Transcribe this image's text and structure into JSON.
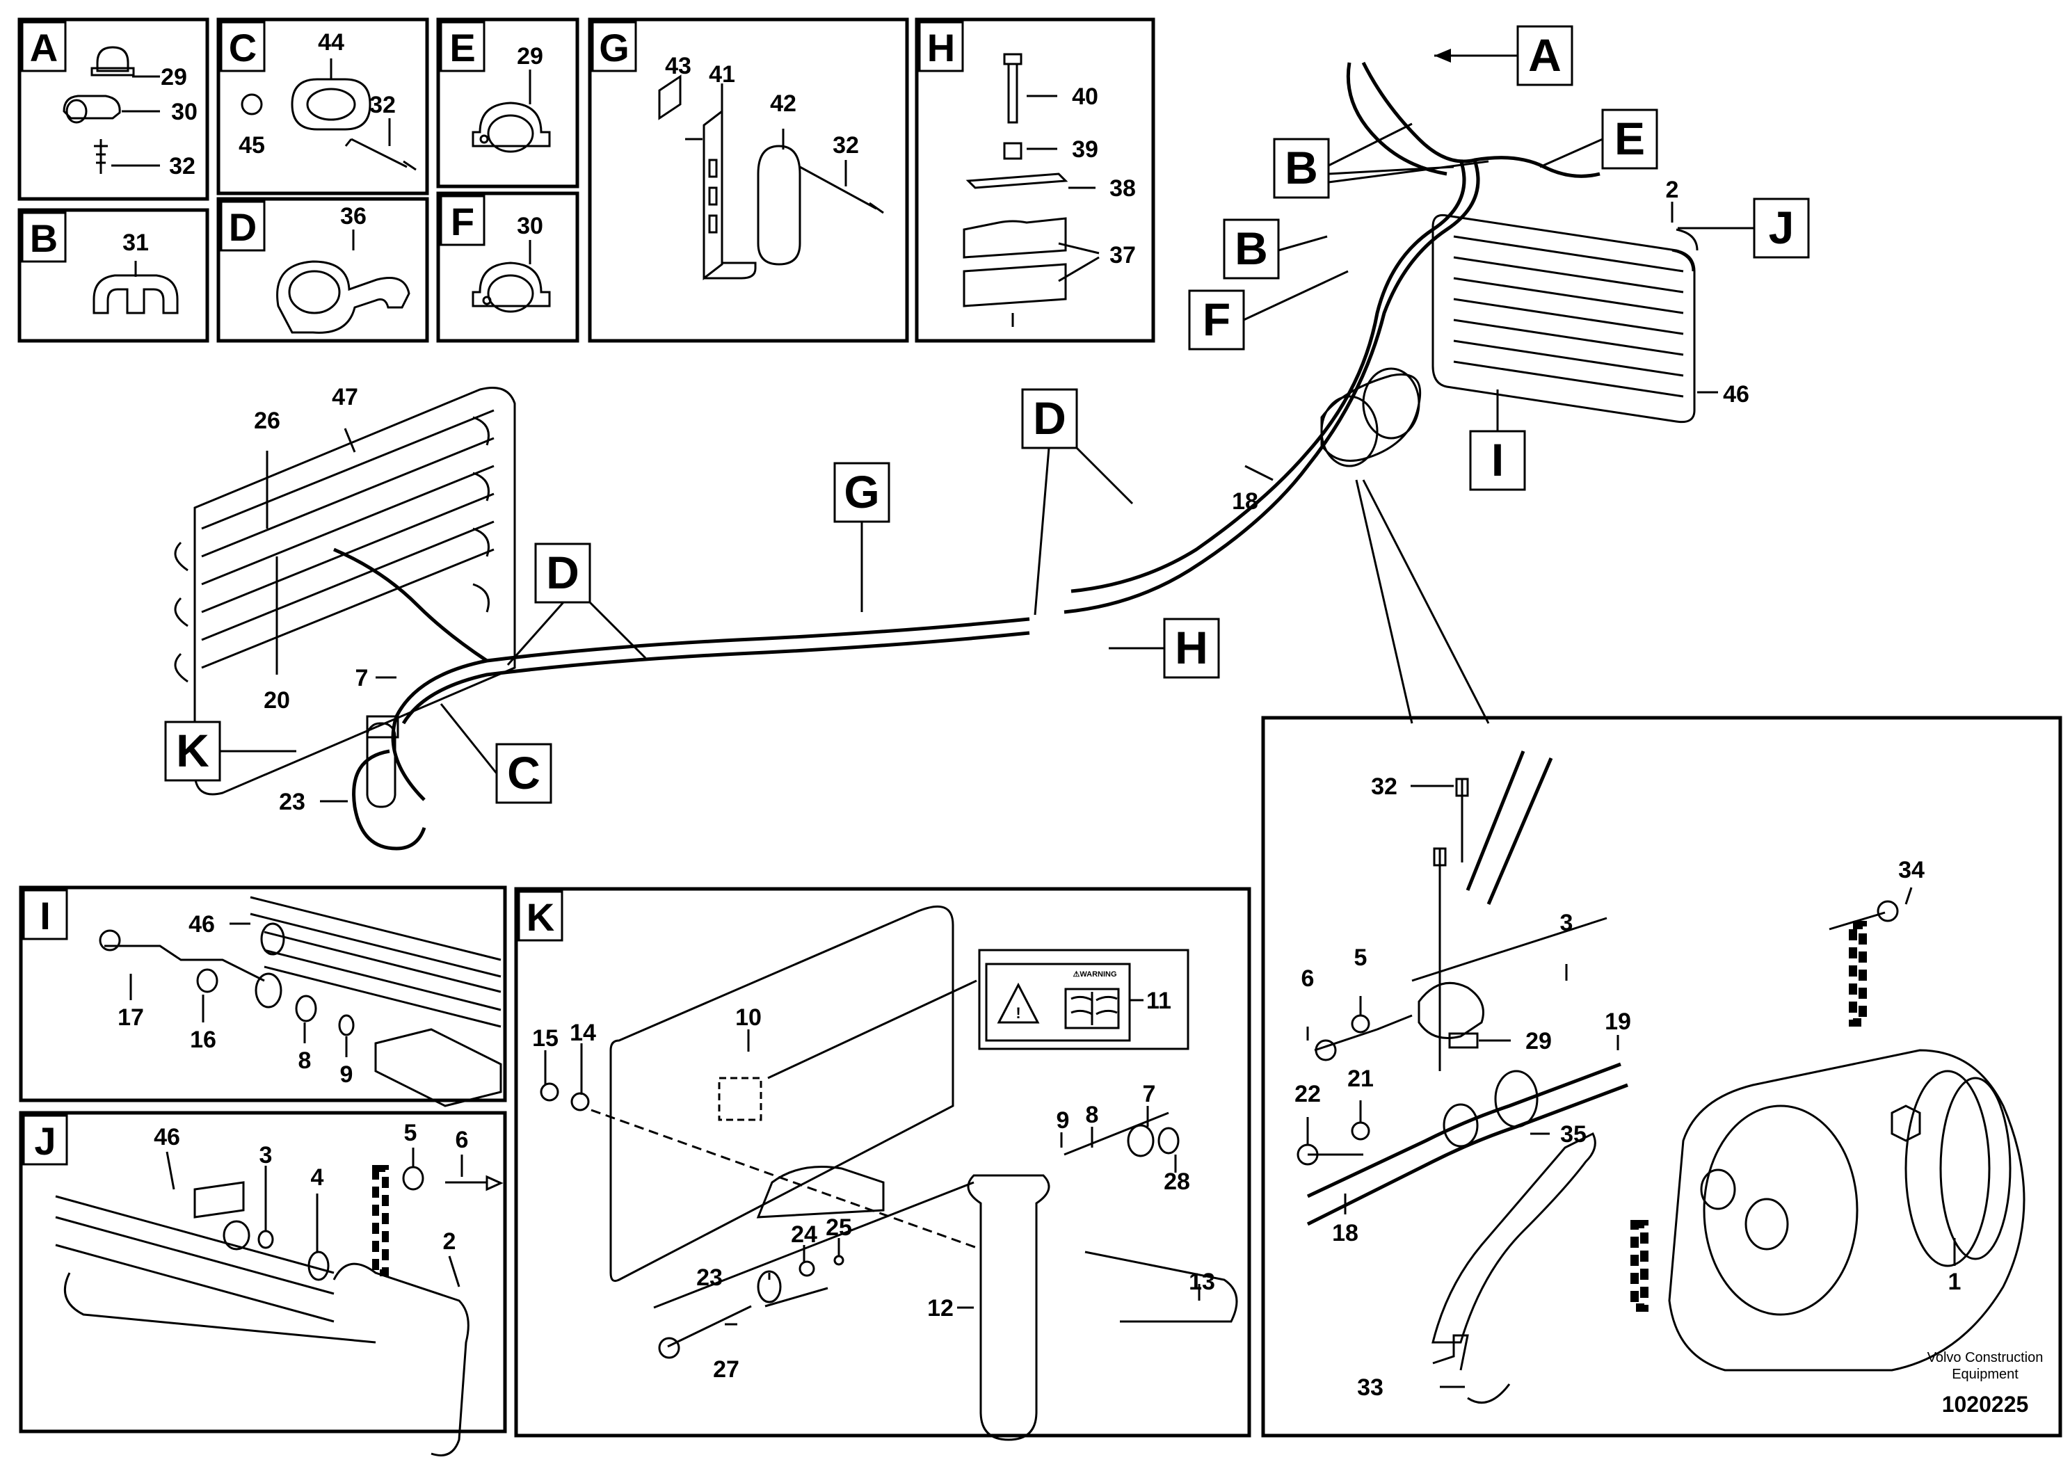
{
  "detail_panels": [
    {
      "letter": "A",
      "parts": [
        "29",
        "30",
        "32"
      ]
    },
    {
      "letter": "B",
      "parts": [
        "31"
      ]
    },
    {
      "letter": "C",
      "parts": [
        "44",
        "45",
        "32"
      ]
    },
    {
      "letter": "D",
      "parts": [
        "36"
      ]
    },
    {
      "letter": "E",
      "parts": [
        "29"
      ]
    },
    {
      "letter": "F",
      "parts": [
        "30"
      ]
    },
    {
      "letter": "G",
      "parts": [
        "43",
        "41",
        "42",
        "32"
      ]
    },
    {
      "letter": "H",
      "parts": [
        "40",
        "39",
        "38",
        "37"
      ]
    },
    {
      "letter": "I",
      "parts": [
        "46",
        "17",
        "16",
        "8",
        "9"
      ]
    },
    {
      "letter": "J",
      "parts": [
        "46",
        "3",
        "4",
        "5",
        "6",
        "2"
      ]
    },
    {
      "letter": "K",
      "parts": [
        "15",
        "14",
        "10",
        "11",
        "9",
        "8",
        "7",
        "28",
        "23",
        "24",
        "25",
        "27",
        "12",
        "13"
      ]
    },
    {
      "letter": "",
      "parts": [
        "32",
        "34",
        "6",
        "5",
        "3",
        "29",
        "19",
        "22",
        "21",
        "35",
        "18",
        "1",
        "33"
      ]
    }
  ],
  "main_callouts": {
    "letters": [
      "A",
      "B",
      "B",
      "E",
      "F",
      "J",
      "I",
      "D",
      "D",
      "G",
      "H",
      "C",
      "K"
    ],
    "numbers": [
      "2",
      "46",
      "18",
      "47",
      "26",
      "20",
      "7",
      "23"
    ]
  },
  "warning_label": {
    "text": "⚠WARNING"
  },
  "footer": {
    "company_line1": "Volvo Construction",
    "company_line2": "Equipment",
    "drawing_number": "1020225"
  }
}
